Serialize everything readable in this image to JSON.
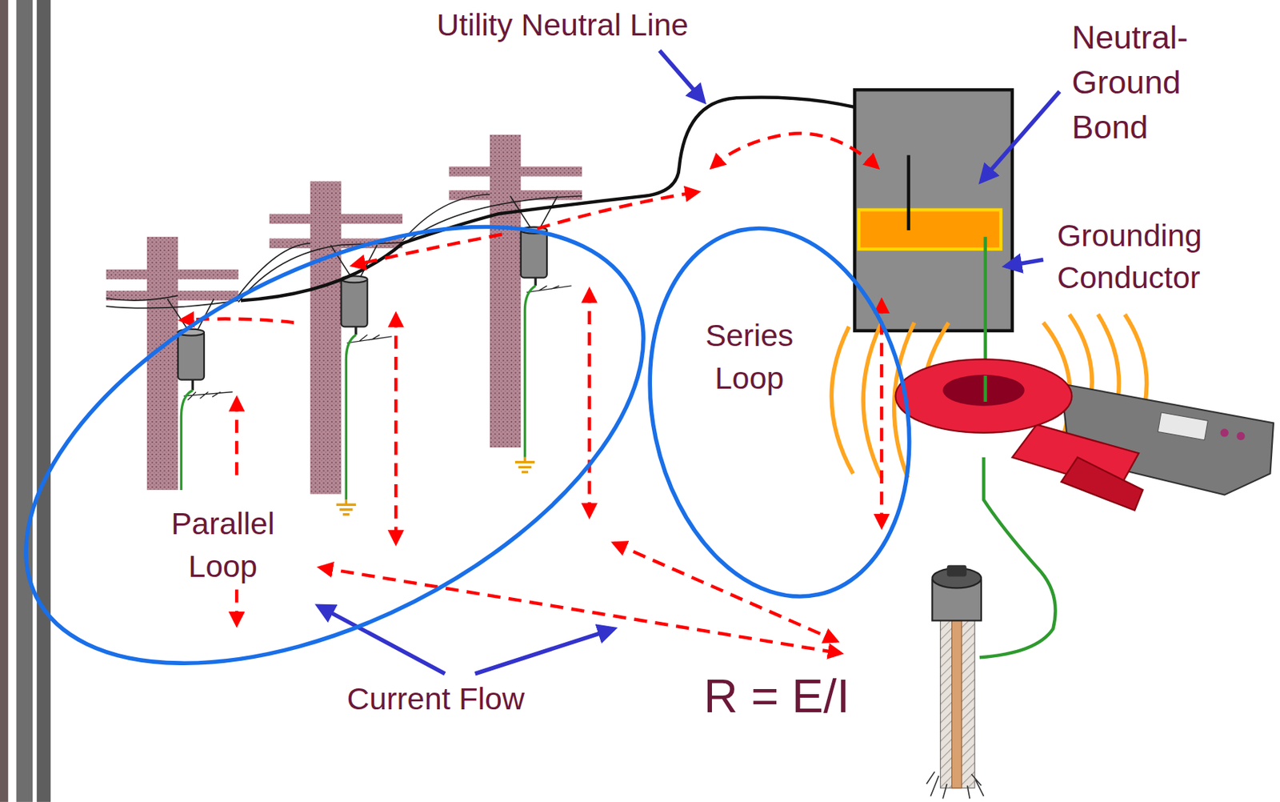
{
  "diagram": {
    "nodes": [
      {
        "text": [
          "Parallel Loop"
        ]
      },
      {
        "text": [
          "Series Loop"
        ]
      }
    ],
    "labels": [
      "Utility Neutral Line",
      "Neutral-Ground Bond",
      "Grounding Conductor",
      "Current Flow",
      "R = E/I"
    ]
  }
}
